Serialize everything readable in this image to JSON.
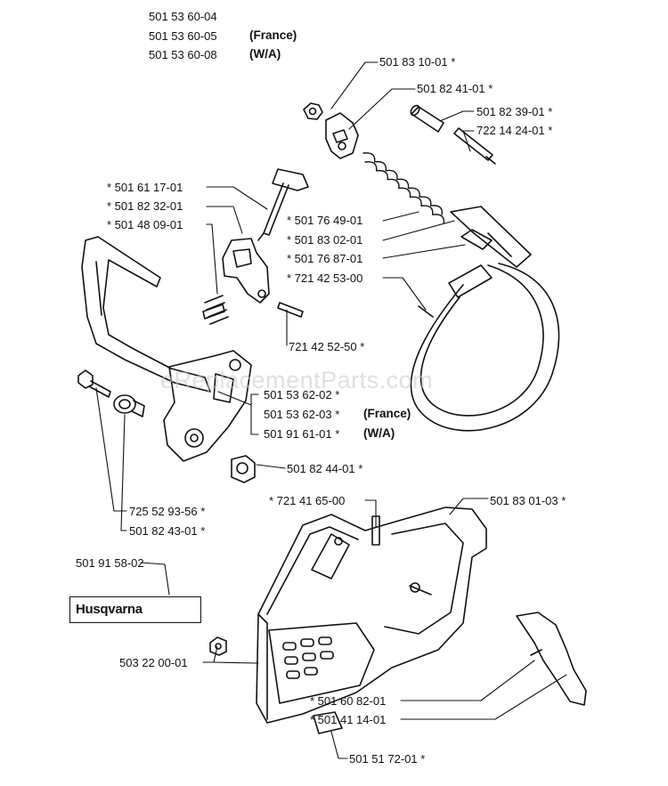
{
  "header": {
    "line1": "501 53 60-04",
    "line2": "501 53 60-05",
    "line2_note": "(France)",
    "line3": "501 53 60-08",
    "line3_note": "(W/A)"
  },
  "labels": {
    "p5018310": "501 83 10-01  *",
    "p5018241": "501 82 41-01  *",
    "p5018239": "501 82 39-01  *",
    "p7221424": "722 14 24-01  *",
    "p5016117": "*  501 61 17-01",
    "p5018232": "*  501 82 32-01",
    "p5014809": "*  501 48 09-01",
    "p5017649": "*  501 76 49-01",
    "p5018302": "*  501 83 02-01",
    "p5017687": "*  501 76 87-01",
    "p7214253": "*  721 42 53-00",
    "p7214252": "721 42 52-50  *",
    "p5015362a": "501 53 62-02  *",
    "p5015362b": "501 53 62-03  *",
    "p5015362b_note": "(France)",
    "p5019161": "501 91 61-01  *",
    "p5019161_note": "(W/A)",
    "p5018244": "501 82 44-01  *",
    "p7214165": "*  721 41 65-00",
    "p5018301": "501 83 01-03  *",
    "p7255293": "725 52 93-56  *",
    "p5018243": "501 82 43-01  *",
    "p5019158": "501 91 58-02",
    "p5032200": "503 22 00-01",
    "p5016082": "*  501 60 82-01",
    "p5014114": "*  501 41 14-01",
    "p5015172": "501 51 72-01  *"
  },
  "decal_text": "Husqvarna",
  "watermark": "eReplacementParts.com"
}
